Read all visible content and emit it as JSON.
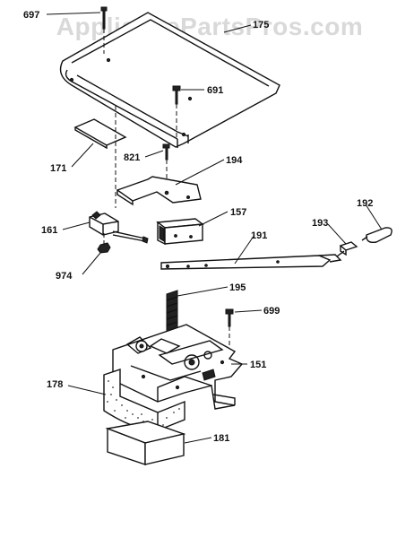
{
  "watermark": "AppliancePartsPros.com",
  "labels": {
    "p697": "697",
    "p175": "175",
    "p691": "691",
    "p171": "171",
    "p821": "821",
    "p194": "194",
    "p157": "157",
    "p192": "192",
    "p193": "193",
    "p161": "161",
    "p191": "191",
    "p974": "974",
    "p195": "195",
    "p699": "699",
    "p151": "151",
    "p178": "178",
    "p181": "181"
  }
}
